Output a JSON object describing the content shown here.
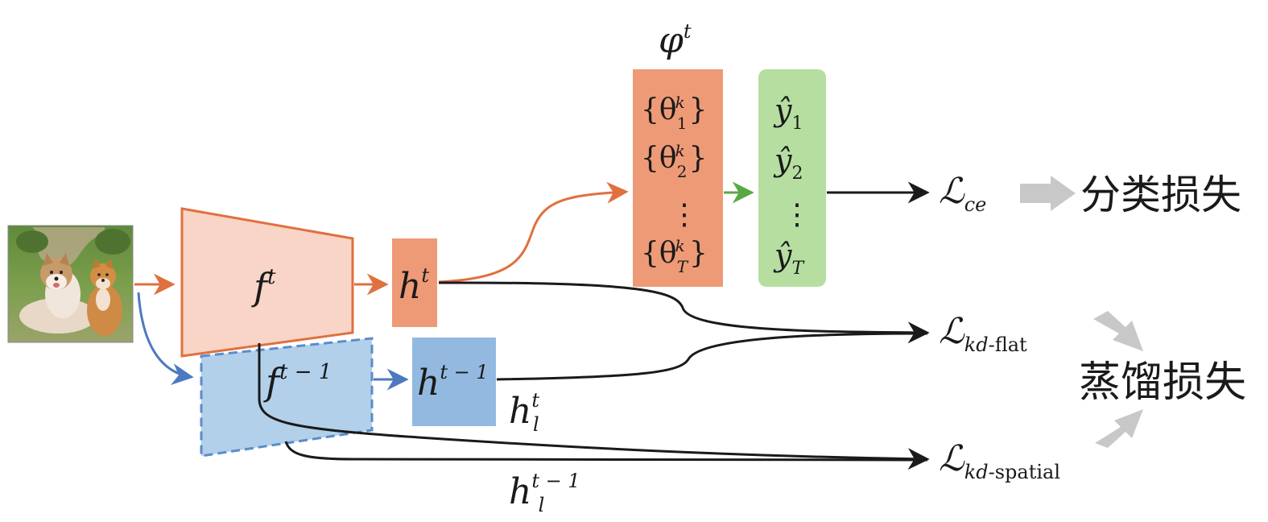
{
  "colors": {
    "orange_stroke": "#E0703F",
    "orange_light": "#F8D5C6",
    "orange_block": "#EE9A77",
    "blue_stroke": "#5B8CCB",
    "blue_light": "#B2D0EA",
    "blue_block": "#93B9E0",
    "green_block": "#B6DEA1",
    "green_arrow": "#5AA845",
    "gray_arrow": "#C8C8C8",
    "black": "#1a1a1a"
  },
  "math": {
    "teacher_extractor_base": "f",
    "teacher_extractor_sup": "t",
    "old_extractor_base": "f",
    "old_extractor_sup": "t − 1",
    "teacher_feature_base": "h",
    "teacher_feature_sup": "t",
    "old_feature_base": "h",
    "old_feature_sup": "t − 1",
    "classifier_base": "φ",
    "classifier_sup": "t",
    "param_1": "{θ",
    "param_1_sup": "k",
    "param_1_sub": "1",
    "param_1_close": "}",
    "param_2": "{θ",
    "param_2_sup": "k",
    "param_2_sub": "2",
    "param_2_close": "}",
    "param_T": "{θ",
    "param_T_sup": "k",
    "param_T_sub": "T",
    "param_T_close": "}",
    "vdots": "⋮",
    "pred_1": "ŷ",
    "pred_1_sub": "1",
    "pred_2": "ŷ",
    "pred_2_sub": "2",
    "pred_T": "ŷ",
    "pred_T_sub": "T",
    "layer_feature_base": "h",
    "layer_feature_sup": "t",
    "layer_feature_sub": "l",
    "old_layer_feature_base": "h",
    "old_layer_feature_sup": "t − 1",
    "old_layer_feature_sub": "l",
    "loss_symbol": "ℒ",
    "loss_ce_sub": "ce",
    "loss_flat_sub_it": "kd",
    "loss_flat_sub_rest": "-flat",
    "loss_spatial_sub_it": "kd",
    "loss_spatial_sub_rest": "-spatial"
  },
  "labels": {
    "classification_loss": "分类损失",
    "distillation_loss": "蒸馏损失"
  }
}
